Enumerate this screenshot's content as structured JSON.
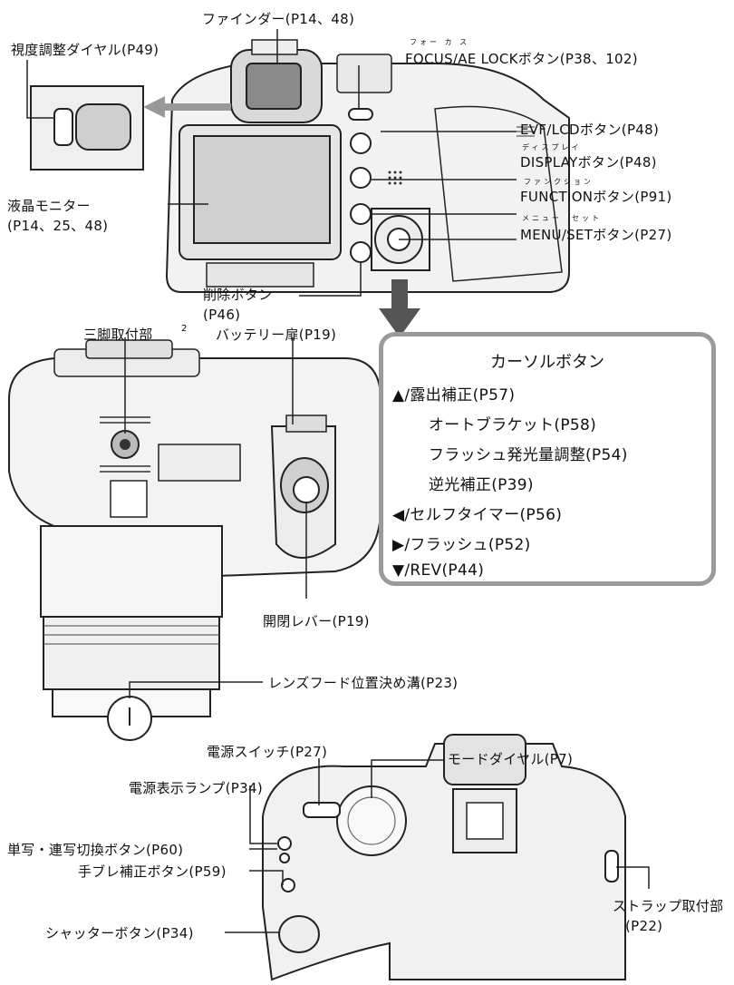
{
  "labels": {
    "finder": "ファインダー(P14、48)",
    "diopter": "視度調整ダイヤル(P49)",
    "focus_ruby": "フォー カ ス",
    "focus": "FOCUS/AE LOCKボタン(P38、102)",
    "evf": "EVF/LCDボタン(P48)",
    "display_ruby": "ディスプレイ",
    "display": "DISPLAYボタン(P48)",
    "function_ruby": "ファンクション",
    "function": "FUNCTIONボタン(P91)",
    "lcd_line1": "液晶モニター",
    "lcd_line2": "(P14、25、48)",
    "menu_ruby": "メニュー　セット",
    "menu": "MENU/SETボタン(P27)",
    "delete_line1": "削除ボタン",
    "delete_line2": "(P46)",
    "tripod": "三脚取付部",
    "tripod_note": "2",
    "battery_door": "バッテリー扉(P19)",
    "release_lever": "開閉レバー(P19)",
    "hood_groove": "レンズフード位置決め溝(P23)",
    "power_switch": "電源スイッチ(P27)",
    "mode_dial": "モードダイヤル(P7)",
    "power_lamp": "電源表示ランプ(P34)",
    "burst_button": "単写・連写切換ボタン(P60)",
    "stabilizer_button": "手ブレ補正ボタン(P59)",
    "strap_line1": "ストラップ取付部",
    "strap_line2": "(P22)",
    "shutter_button": "シャッターボタン(P34)"
  },
  "cursor_box": {
    "title": "カーソルボタン",
    "rows": [
      "▲/露出補正(P57)",
      "オートブラケット(P58)",
      "フラッシュ発光量調整(P54)",
      "逆光補正(P39)",
      "◀/セルフタイマー(P56)",
      "▶/フラッシュ(P52)",
      "▼/REV(P44)"
    ]
  }
}
